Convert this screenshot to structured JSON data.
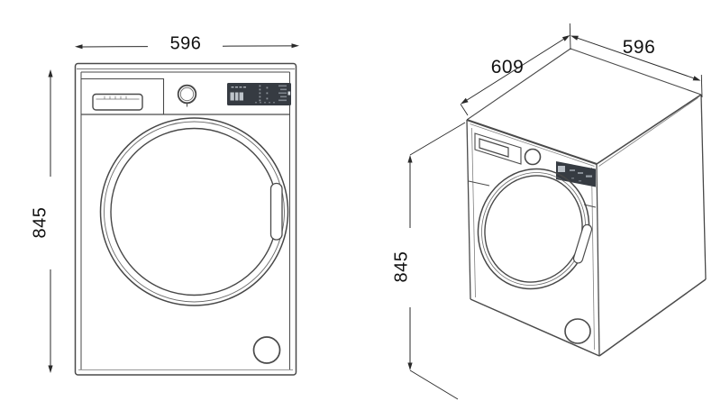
{
  "diagram": {
    "type": "appliance-dimension-drawing",
    "subject": "front-loading washing machine",
    "views": {
      "front": {
        "width_label": "596",
        "height_label": "845"
      },
      "perspective": {
        "depth_label": "609",
        "width_label": "596",
        "height_label": "845"
      }
    },
    "colors": {
      "background": "#ffffff",
      "line": "#4a4a4a",
      "dimension_line": "#2a2a2a",
      "dimension_text": "#111111",
      "display_background": "#363b42"
    }
  }
}
